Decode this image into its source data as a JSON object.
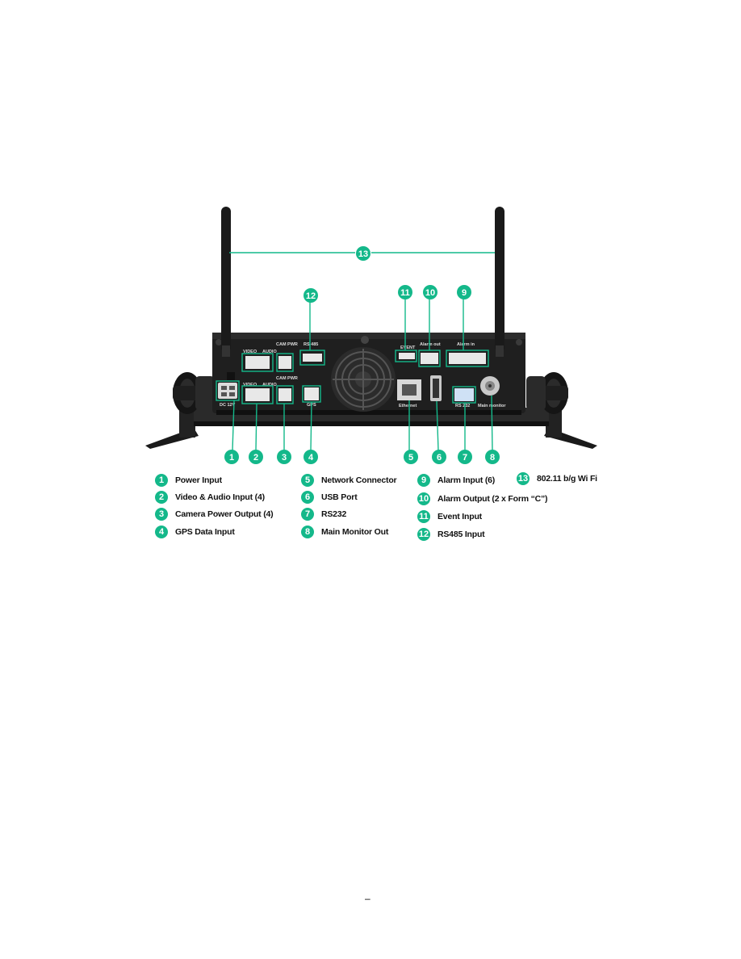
{
  "accent_color": "#14b88a",
  "device": {
    "labels": {
      "video": "VIDEO",
      "audio": "AUDIO",
      "cam_pwr_top": "CAM PWR",
      "rs485": "RS 485",
      "cam_pwr_bottom": "CAM PWR",
      "dc12v": "DC 12V",
      "gps": "GPS",
      "ethernet": "Ethernet",
      "rs232": "RS 232",
      "main_monitor": "Main monitor",
      "event": "EVENT",
      "alarm_out": "Alarm out",
      "alarm_in": "Alarm in"
    }
  },
  "callouts": [
    "1",
    "2",
    "3",
    "4",
    "5",
    "6",
    "7",
    "8",
    "9",
    "10",
    "11",
    "12",
    "13"
  ],
  "legend": [
    {
      "num": "1",
      "label": "Power Input"
    },
    {
      "num": "2",
      "label": "Video & Audio Input (4)"
    },
    {
      "num": "3",
      "label": "Camera Power Output (4)"
    },
    {
      "num": "4",
      "label": "GPS Data Input"
    },
    {
      "num": "5",
      "label": "Network Connector"
    },
    {
      "num": "6",
      "label": "USB Port"
    },
    {
      "num": "7",
      "label": "RS232"
    },
    {
      "num": "8",
      "label": "Main Monitor Out"
    },
    {
      "num": "9",
      "label": "Alarm Input (6)"
    },
    {
      "num": "10",
      "label": "Alarm Output (2 x Form “C”)"
    },
    {
      "num": "11",
      "label": "Event Input"
    },
    {
      "num": "12",
      "label": "RS485 Input"
    },
    {
      "num": "13",
      "label": "802.11 b/g Wi Fi"
    }
  ],
  "page_number": "–"
}
